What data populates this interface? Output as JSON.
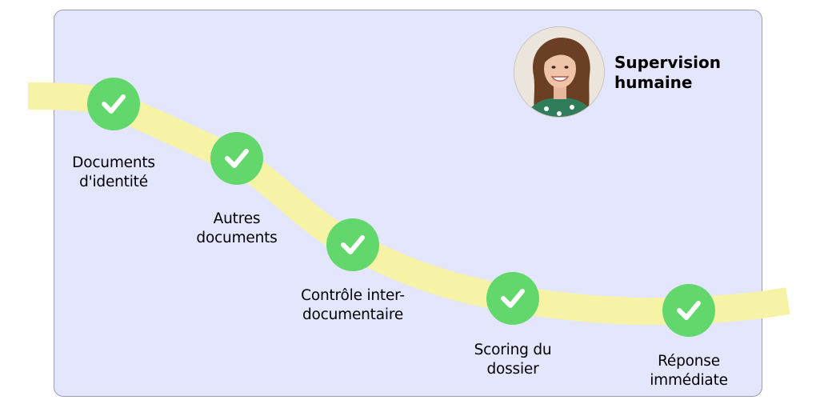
{
  "colors": {
    "panel_background": "#e3e6fd",
    "panel_border": "#9a9cb4",
    "road": "#f7f3a6",
    "check_circle": "#62d86c",
    "check_mark": "#ffffff"
  },
  "supervision": {
    "title_line1": "Supervision",
    "title_line2": "humaine",
    "avatar_icon": "person-photo-icon"
  },
  "steps": [
    {
      "id": "documents-identite",
      "line1": "Documents",
      "line2": "d'identité",
      "status": "done",
      "icon": "checkmark-icon"
    },
    {
      "id": "autres-documents",
      "line1": "Autres",
      "line2": "documents",
      "status": "done",
      "icon": "checkmark-icon"
    },
    {
      "id": "controle-inter-documentaire",
      "line1": "Contrôle inter-",
      "line2": "documentaire",
      "status": "done",
      "icon": "checkmark-icon"
    },
    {
      "id": "scoring-dossier",
      "line1": "Scoring du",
      "line2": "dossier",
      "status": "done",
      "icon": "checkmark-icon"
    },
    {
      "id": "reponse-immediate",
      "line1": "Réponse",
      "line2": "immédiate",
      "status": "done",
      "icon": "checkmark-icon"
    }
  ]
}
